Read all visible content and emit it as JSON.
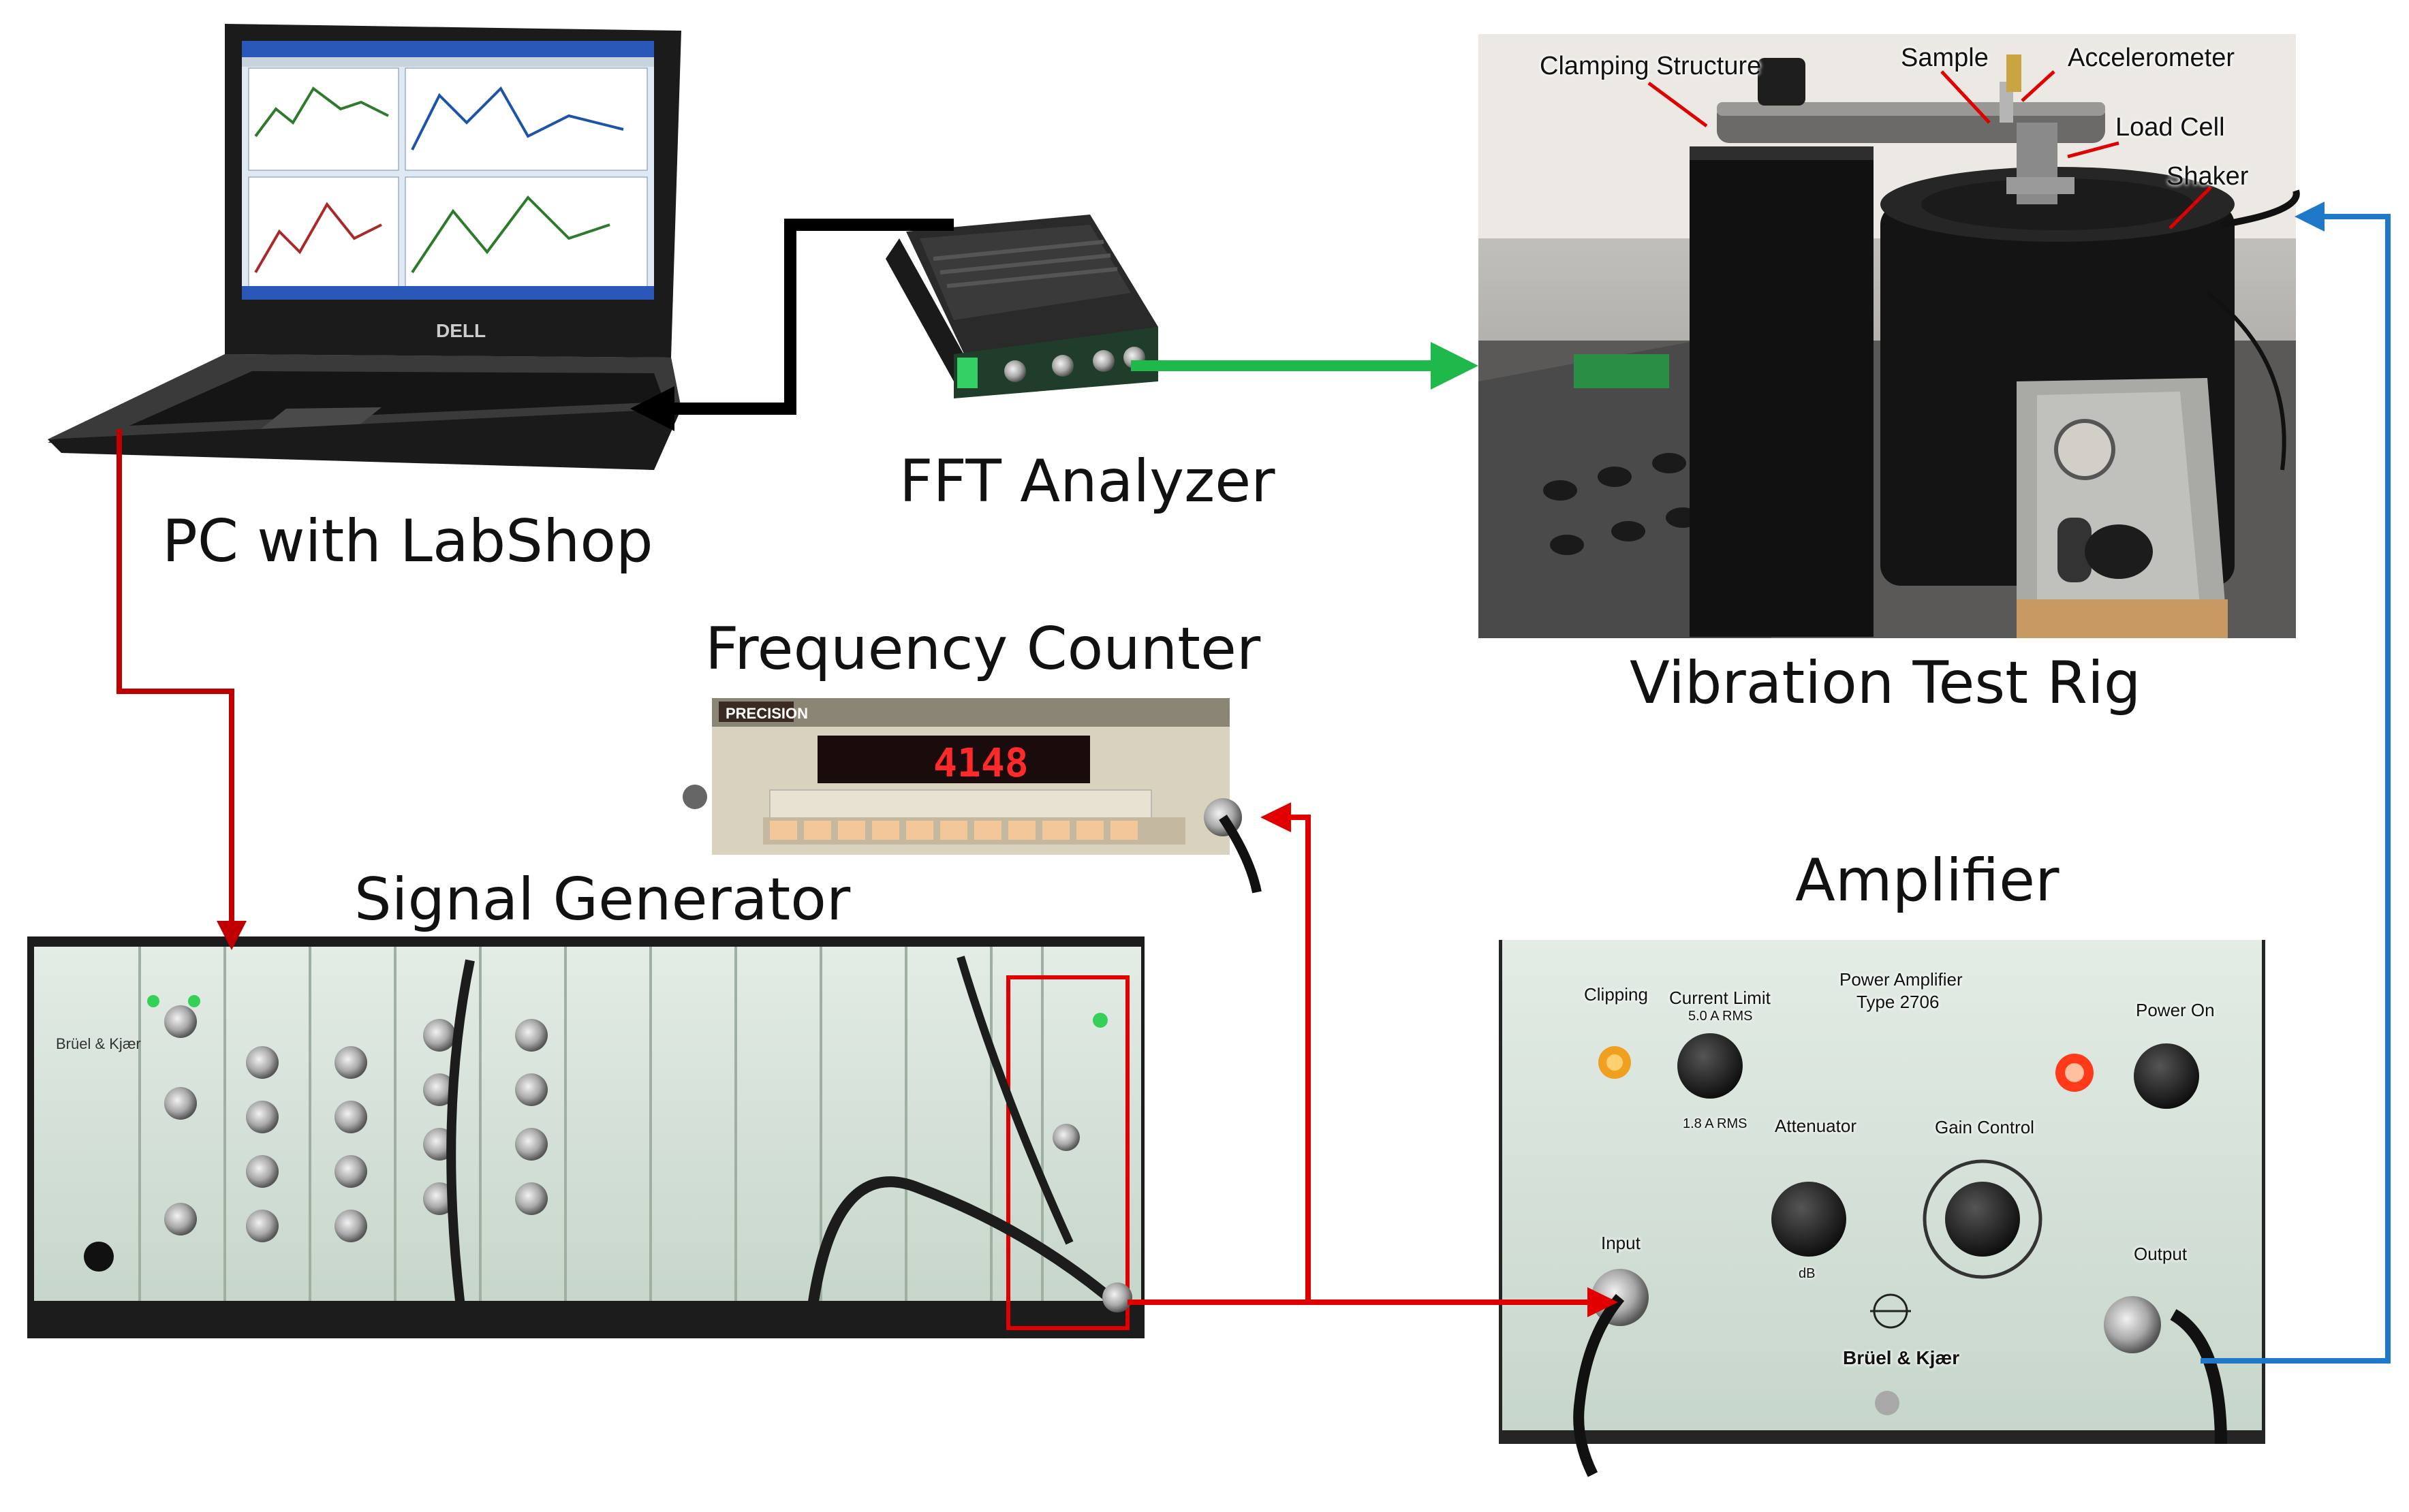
{
  "labels": {
    "pc": "PC with LabShop",
    "fft": "FFT Analyzer",
    "rig": "Vibration Test Rig",
    "counter": "Frequency Counter",
    "generator": "Signal Generator",
    "amplifier": "Amplifier"
  },
  "rig_annotations": {
    "clamping": "Clamping Structure",
    "sample": "Sample",
    "accelerometer": "Accelerometer",
    "load_cell": "Load Cell",
    "shaker": "Shaker"
  },
  "counter_panel": {
    "brand": "PRECISION",
    "display": "4148"
  },
  "generator_panel": {
    "brand": "Brüel & Kjær"
  },
  "laptop": {
    "brand": "DELL"
  },
  "amplifier_panel": {
    "title": "Power Amplifier",
    "type": "Type 2706",
    "clipping": "Clipping",
    "current_limit": "Current Limit",
    "current_value": "5.0 A RMS",
    "current_low": "1.8 A RMS",
    "power_on": "Power On",
    "attenuator": "Attenuator",
    "gain_control": "Gain Control",
    "input": "Input",
    "output": "Output",
    "db": "dB",
    "brand": "Brüel & Kjær"
  },
  "colors": {
    "red_line": "#e00000",
    "dark_red_line": "#c00000",
    "blue_line": "#1f78c8",
    "green_line": "#1fb84a",
    "black_line": "#000000",
    "panel_green": "#d6e4da",
    "led_red": "#ff3a1a",
    "led_amber": "#f0a020"
  }
}
